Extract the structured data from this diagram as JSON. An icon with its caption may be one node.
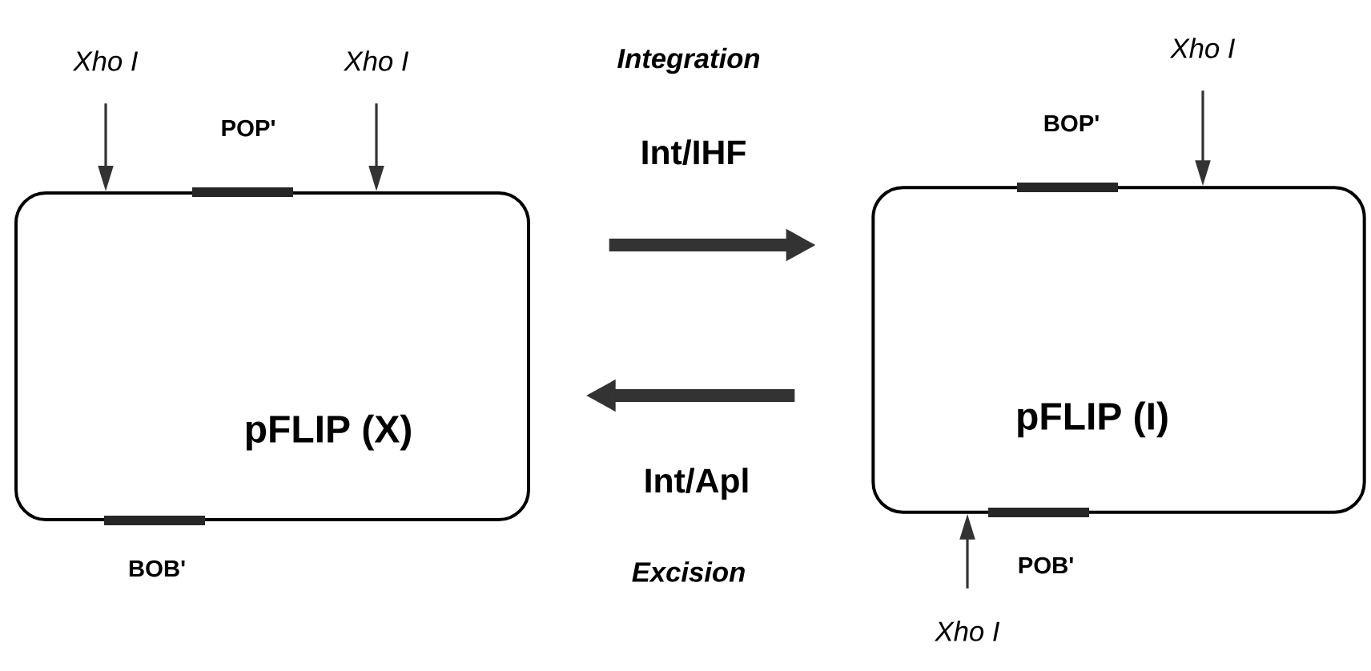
{
  "diagram": {
    "nodes": [
      {
        "text": [
          "pFLIP (X)"
        ]
      },
      {
        "text": [
          "pFLIP (I)"
        ]
      },
      {
        "text": [
          "Xho I"
        ]
      },
      {
        "text": [
          "Xho I"
        ]
      },
      {
        "text": [
          "Xho I"
        ]
      },
      {
        "text": [
          "Xho I"
        ]
      }
    ],
    "edges": [
      {
        "from": 0,
        "to": 1,
        "arrow": "to",
        "style": "thick"
      },
      {
        "from": 1,
        "to": 0,
        "arrow": "to",
        "style": "thick"
      },
      {
        "from": 2,
        "to": 0,
        "arrow": "to"
      },
      {
        "from": 3,
        "to": 0,
        "arrow": "to"
      },
      {
        "from": 4,
        "to": 1,
        "arrow": "to"
      },
      {
        "from": 5,
        "to": 1,
        "arrow": "to"
      }
    ],
    "labels": [
      "POP'",
      "BOB'",
      "BOP'",
      "POB'",
      "Integration",
      "Int/IHF",
      "Int/Apl",
      "Excision"
    ]
  }
}
